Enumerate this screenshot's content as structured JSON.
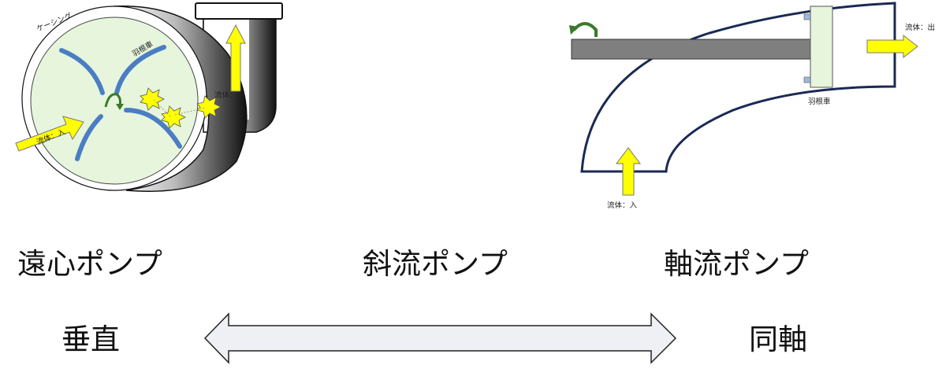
{
  "labels": {
    "casing": "ケーシング",
    "impeller": "羽根車",
    "fluid_in": "流体：入",
    "fluid_out": "流体：出",
    "axial_impeller": "羽根車",
    "axial_fluid_in": "流体：入",
    "axial_fluid_out": "流体：出"
  },
  "pump_types": {
    "centrifugal": "遠心ポンプ",
    "mixed_flow": "斜流ポンプ",
    "axial": "軸流ポンプ"
  },
  "direction": {
    "perpendicular": "垂直",
    "coaxial": "同軸"
  },
  "colors": {
    "impeller_blue": "#4a7dc4",
    "impeller_fill": "#e6f5dc",
    "arrow_yellow": "#ffff00",
    "rotation_green": "#3a7a2a",
    "casing_navy": "#1a2a55",
    "shaft_gray": "#7f7f7f"
  }
}
